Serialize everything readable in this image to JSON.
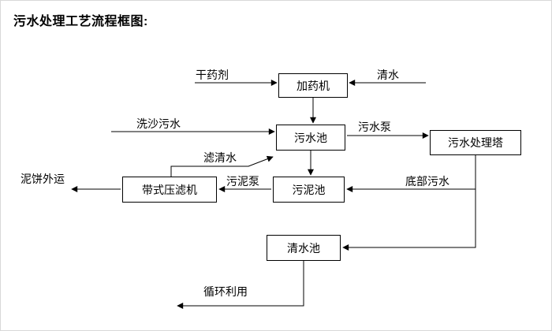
{
  "title": "污水处理工艺流程框图:",
  "nodes": {
    "dosing_machine": {
      "label": "加药机"
    },
    "sewage_pool": {
      "label": "污水池"
    },
    "treatment_tower": {
      "label": "污水处理塔"
    },
    "sludge_pool": {
      "label": "污泥池"
    },
    "belt_filter_press": {
      "label": "带式压滤机"
    },
    "clear_water_pool": {
      "label": "清水池"
    }
  },
  "flow_labels": {
    "dry_agent": "干药剂",
    "clean_water_in": "清水",
    "sand_wash_sewage": "洗沙污水",
    "sewage_pump": "污水泵",
    "filtered_clear_water": "滤清水",
    "sludge_pump": "污泥泵",
    "bottom_sewage": "底部污水",
    "mud_cake_outbound": "泥饼外运",
    "recycling_use": "循环利用"
  },
  "edges": [
    {
      "from": "干药剂",
      "to": "加药机",
      "label": ""
    },
    {
      "from": "清水",
      "to": "加药机",
      "label": ""
    },
    {
      "from": "加药机",
      "to": "污水池",
      "label": ""
    },
    {
      "from": "洗沙污水",
      "to": "污水池",
      "label": ""
    },
    {
      "from": "污水池",
      "to": "污水处理塔",
      "label": "污水泵"
    },
    {
      "from": "污水池",
      "to": "污泥池",
      "label": ""
    },
    {
      "from": "带式压滤机",
      "to": "污水池",
      "label": "滤清水"
    },
    {
      "from": "污泥池",
      "to": "带式压滤机",
      "label": "污泥泵"
    },
    {
      "from": "带式压滤机",
      "to": "泥饼外运",
      "label": ""
    },
    {
      "from": "污水处理塔",
      "to": "污泥池",
      "label": "底部污水"
    },
    {
      "from": "污水处理塔",
      "to": "清水池",
      "label": ""
    },
    {
      "from": "清水池",
      "to": "循环利用",
      "label": ""
    }
  ],
  "colors": {
    "line": "#000000",
    "box_border": "#000000",
    "box_background": "#ffffff",
    "text": "#000000",
    "page_background": "#ffffff"
  }
}
